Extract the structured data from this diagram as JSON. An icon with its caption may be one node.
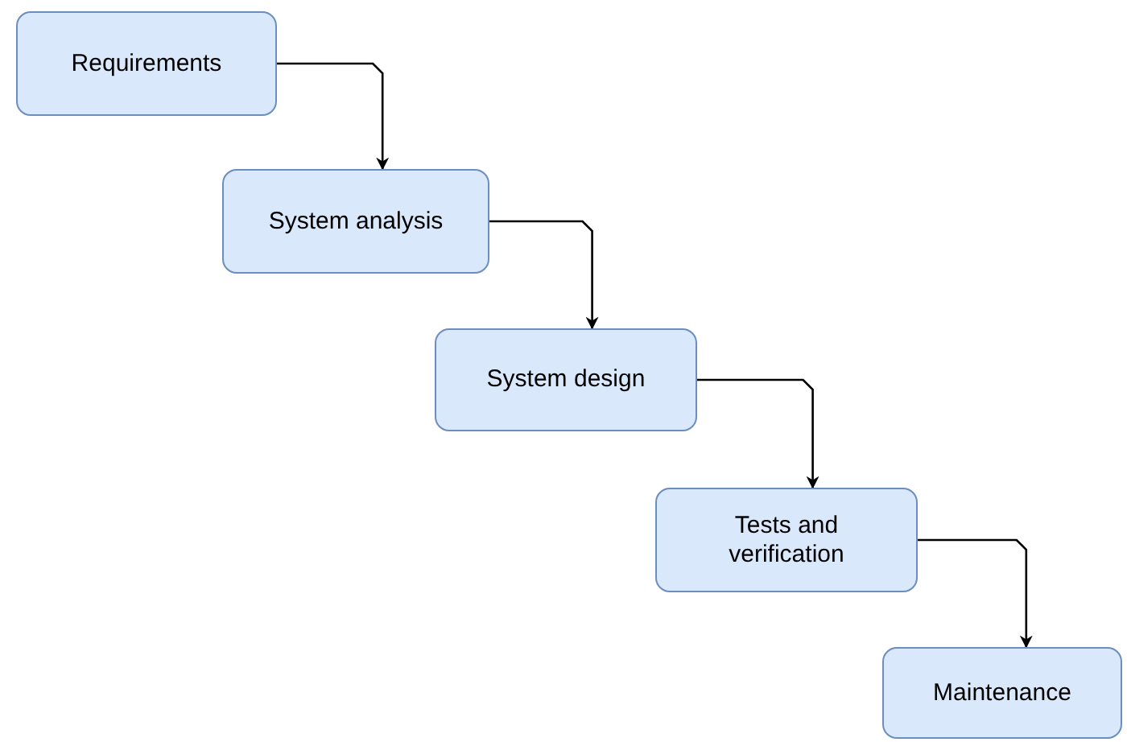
{
  "diagram": {
    "nodes": [
      {
        "text": [
          "Requirements"
        ]
      },
      {
        "text": [
          "System analysis"
        ]
      },
      {
        "text": [
          "System design"
        ]
      },
      {
        "text": [
          "Tests and verification"
        ]
      },
      {
        "text": [
          "Maintenance"
        ]
      }
    ],
    "edges": [
      {
        "from": 0,
        "to": 1,
        "arrow": "to"
      },
      {
        "from": 1,
        "to": 2,
        "arrow": "to"
      },
      {
        "from": 2,
        "to": 3,
        "arrow": "to"
      },
      {
        "from": 3,
        "to": 4,
        "arrow": "to"
      }
    ]
  }
}
